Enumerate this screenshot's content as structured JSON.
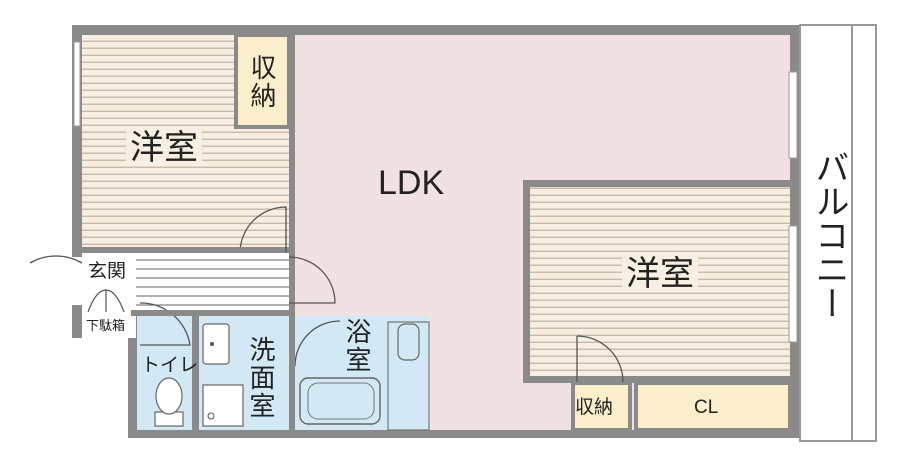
{
  "rooms": {
    "western_room_1": "洋室",
    "western_room_2": "洋室",
    "ldk": "LDK",
    "storage_top": "収納",
    "storage_bottom": "収納",
    "closet": "CL",
    "entrance": "玄関",
    "shoe_box": "下駄箱",
    "toilet": "トイレ",
    "washroom": "洗面室",
    "bathroom": "浴室",
    "balcony": "バルコニー"
  },
  "colors": {
    "wall": "#757575",
    "ldk_floor": "#f2e1e3",
    "storage_floor": "#fbeecb",
    "tatami_stripe": "#c9b9a6",
    "wet_area": "#d2e8f4",
    "balcony_floor": "#ffffff"
  }
}
